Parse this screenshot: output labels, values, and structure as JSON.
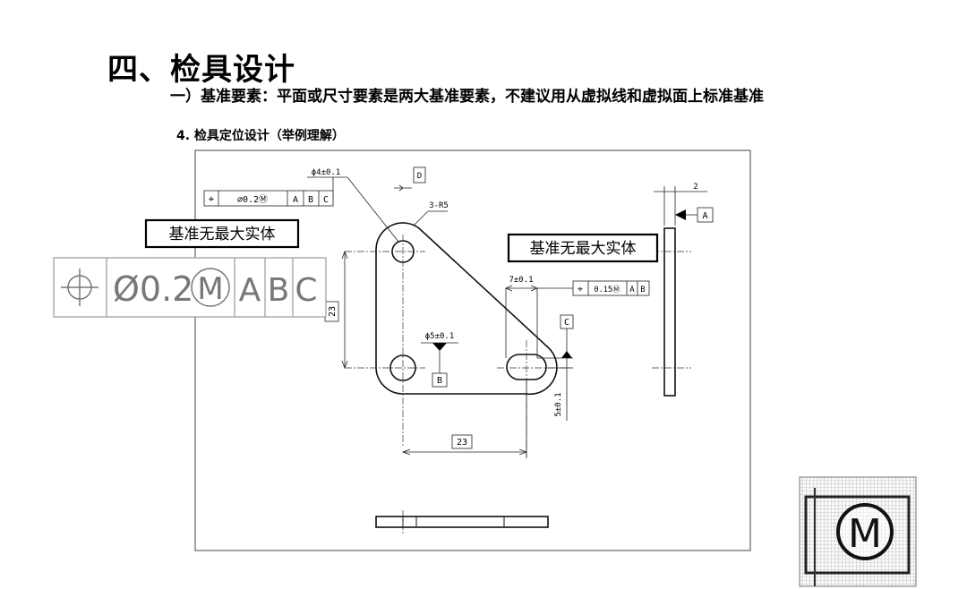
{
  "header": {
    "title": "四、检具设计",
    "subtitle": "一）基准要素：平面或尺寸要素是两大基准要素，不建议用从虚拟线和虚拟面上标准基准",
    "section": "4. 检具定位设计（举例理解）"
  },
  "drawing": {
    "callout_note": "基准无最大实体",
    "fcf_small": [
      "⌖",
      "⌀0.2Ⓜ",
      "A",
      "B",
      "C"
    ],
    "fcf_large": [
      "Ø0.2",
      "M",
      "A",
      "B",
      "C"
    ],
    "fcf_right": [
      "⌖",
      "0.15Ⓜ",
      "A",
      "B"
    ],
    "dim_hole_top": "ϕ4±0.1",
    "dim_hole_bottom": "ϕ5±0.1",
    "dim_radius": "3-R5",
    "dim_horizontal": "23",
    "dim_vertical": "23",
    "dim_slot_width": "7±0.1",
    "dim_slot_offset": "5±0.1",
    "dim_thickness": "2",
    "datum_a": "A",
    "datum_b": "B",
    "datum_c": "C",
    "box_d": "D",
    "inset_symbol": "M"
  }
}
